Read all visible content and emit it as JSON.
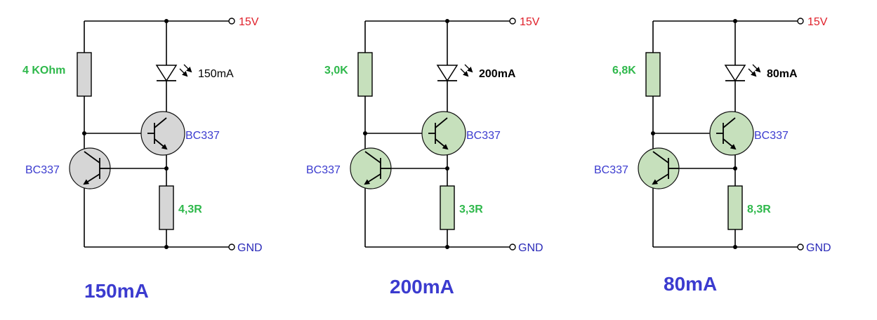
{
  "colors": {
    "value_text": "#2eb84b",
    "transistor_label": "#3b3bcf",
    "supply_label": "#e0202a",
    "gnd_label": "#2a2ab8",
    "caption": "#3b3bcf",
    "led_current_text": "#000000",
    "fill_gray": "#d6d6d6",
    "fill_green": "#c6e0bc"
  },
  "circuits": [
    {
      "fill": "gray",
      "r_top": "4 KOhm",
      "r_bottom": "4,3R",
      "led_current": "150mA",
      "led_current_bold": false,
      "q_upper": "BC337",
      "q_lower": "BC337",
      "supply": "15V",
      "gnd": "GND",
      "caption": "150mA"
    },
    {
      "fill": "green",
      "r_top": "3,0K",
      "r_bottom": "3,3R",
      "led_current": "200mA",
      "led_current_bold": true,
      "q_upper": "BC337",
      "q_lower": "BC337",
      "supply": "15V",
      "gnd": "GND",
      "caption": "200mA"
    },
    {
      "fill": "green",
      "r_top": "6,8K",
      "r_bottom": "8,3R",
      "led_current": "80mA",
      "led_current_bold": true,
      "q_upper": "BC337",
      "q_lower": "BC337",
      "supply": "15V",
      "gnd": "GND",
      "caption": "80mA"
    }
  ]
}
